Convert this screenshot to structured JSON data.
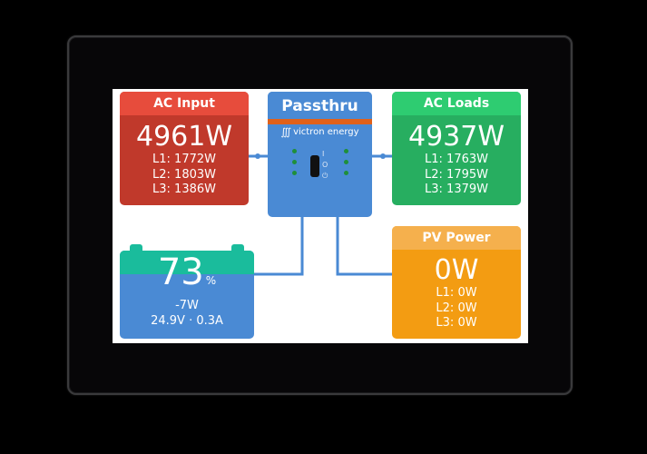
{
  "colors": {
    "ac_input": "#c0392b",
    "ac_input_header": "#e74c3c",
    "ac_loads": "#27ae60",
    "ac_loads_header": "#2ecc71",
    "pv": "#f39c12",
    "pv_header": "#f5b04d",
    "inverter": "#4a8ad4",
    "inverter_stripe": "#e0611a",
    "battery": "#4a8ad4",
    "battery_level": "#1abc9c",
    "wire": "#4a8ad4"
  },
  "ac_input": {
    "title": "AC Input",
    "total": "4961W",
    "phases": [
      "L1: 1772W",
      "L2: 1803W",
      "L3: 1386W"
    ]
  },
  "inverter": {
    "state": "Passthru",
    "brand": "victron energy",
    "brand_icon": "victron-logo-icon",
    "switch_symbols": [
      "I",
      "O",
      "⏻"
    ]
  },
  "ac_loads": {
    "title": "AC Loads",
    "total": "4937W",
    "phases": [
      "L1: 1763W",
      "L2: 1795W",
      "L3: 1379W"
    ]
  },
  "battery": {
    "soc": "73",
    "soc_unit": "%",
    "power": "-7W",
    "voltage_current": "24.9V · 0.3A"
  },
  "pv": {
    "title": "PV Power",
    "total": "0W",
    "phases": [
      "L1: 0W",
      "L2: 0W",
      "L3: 0W"
    ]
  }
}
